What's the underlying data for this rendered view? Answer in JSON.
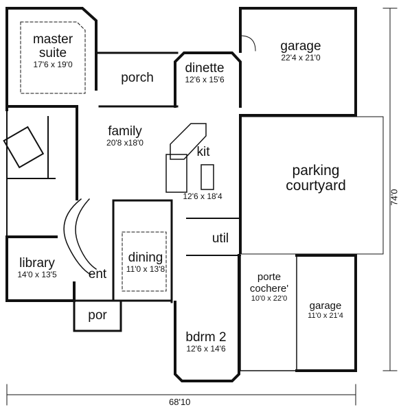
{
  "rooms": {
    "master_suite": {
      "name_line1": "master",
      "name_line2": "suite",
      "dim": "17'6 x 19'0"
    },
    "porch": {
      "name": "porch"
    },
    "dinette": {
      "name": "dinette",
      "dim": "12'6 x 15'6"
    },
    "garage_main": {
      "name": "garage",
      "dim": "22'4 x 21'0"
    },
    "family": {
      "name": "family",
      "dim": "20'8 x18'0"
    },
    "kit": {
      "name": "kit",
      "dim": "12'6 x 18'4"
    },
    "parking_courtyard": {
      "name_line1": "parking",
      "name_line2": "courtyard"
    },
    "util": {
      "name": "util"
    },
    "library": {
      "name": "library",
      "dim": "14'0 x 13'5"
    },
    "ent": {
      "name": "ent"
    },
    "dining": {
      "name": "dining",
      "dim": "11'0 x 13'8"
    },
    "por": {
      "name": "por"
    },
    "porte_cochere": {
      "name_line1": "porte",
      "name_line2": "cochere'",
      "dim": "10'0 x 22'0"
    },
    "garage_small": {
      "name": "garage",
      "dim": "11'0 x 21'4"
    },
    "bdrm2": {
      "name": "bdrm 2",
      "dim": "12'6 x 14'6"
    }
  },
  "overall": {
    "width": "68'10",
    "depth": "74'0"
  }
}
